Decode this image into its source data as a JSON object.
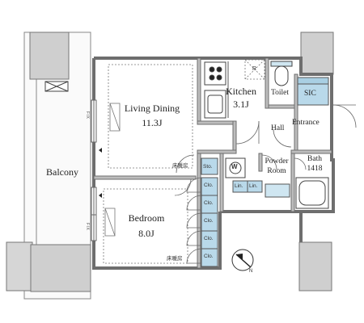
{
  "rooms": {
    "balcony": "Balcony",
    "living_dining": {
      "name": "Living Dining",
      "size": "11.3J"
    },
    "kitchen": {
      "name": "Kitchen",
      "size": "3.1J"
    },
    "bedroom": {
      "name": "Bedroom",
      "size": "8.0J"
    },
    "toilet": "Toilet",
    "sic": "SIC",
    "hall": "Hall",
    "entrance": "Entrance",
    "bath": {
      "name": "Bath",
      "size": "1418"
    },
    "powder_room": {
      "name": "Powder",
      "name2": "Room"
    }
  },
  "fixtures": {
    "fridge": "R",
    "washer": "W",
    "storage": "Sto.",
    "linen_1": "Lin.",
    "linen_2": "Lin.",
    "closet_labels": [
      "Clo.",
      "Clo.",
      "Clo.",
      "Clo.",
      "Clo."
    ],
    "floor_heating_1": "床暖房",
    "floor_heating_2": "床暖房",
    "fix_1": "FIX",
    "fix_2": "FIX"
  },
  "compass": {
    "north": "N"
  },
  "colors": {
    "wall": "#7a7a7a",
    "wall_fill": "#c9c9c9",
    "closet_blue": "#b9d9ea",
    "line": "#555555"
  }
}
